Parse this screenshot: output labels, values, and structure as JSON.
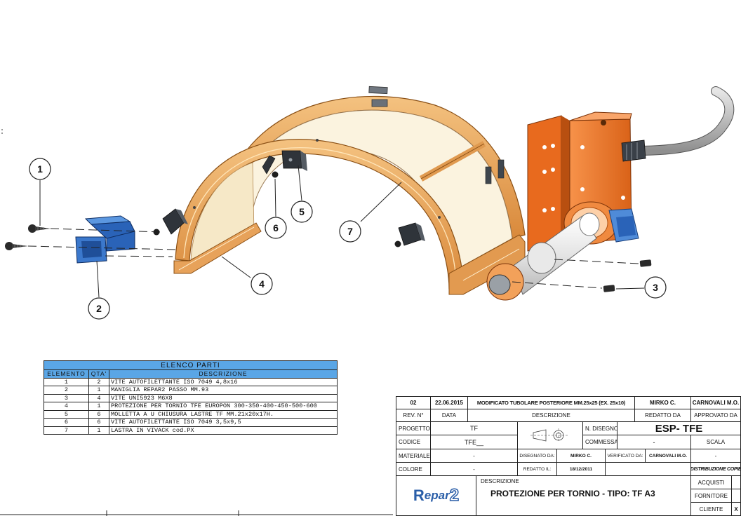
{
  "callouts": [
    "1",
    "2",
    "3",
    "4",
    "5",
    "6",
    "7"
  ],
  "parts_list": {
    "title": "ELENCO PARTI",
    "headers": [
      "ELEMENTO",
      "QTA'",
      "DESCRIZIONE"
    ],
    "rows": [
      {
        "elemento": "1",
        "qta": "2",
        "descrizione": "VITE AUTOFILETTANTE ISO 7049 4,8x16"
      },
      {
        "elemento": "2",
        "qta": "1",
        "descrizione": "MANIGLIA REPAR2 PASSO MM.93"
      },
      {
        "elemento": "3",
        "qta": "4",
        "descrizione": "VITE UNI5923 M6X8"
      },
      {
        "elemento": "4",
        "qta": "1",
        "descrizione": "PROTEZIONE PER TORNIO TFE EUROPON 300-350-400-450-500-600"
      },
      {
        "elemento": "5",
        "qta": "6",
        "descrizione": "MOLLETTA A U CHIUSURA LASTRE TF MM.21x20x17H."
      },
      {
        "elemento": "6",
        "qta": "6",
        "descrizione": "VITE AUTOFILETTANTE ISO 7049 3,5x9,5"
      },
      {
        "elemento": "7",
        "qta": "1",
        "descrizione": "LASTRA IN VIVACK cod.PX"
      }
    ]
  },
  "title_block": {
    "revision": {
      "rev": "02",
      "date": "22.06.2015",
      "description": "MODIFICATO TUBOLARE POSTERIORE MM.25x25 (EX. 25x10)",
      "drawn_by": "MIRKO C.",
      "approved_by": "CARNOVALI M.O."
    },
    "labels": {
      "rev_no": "REV. N°",
      "data": "DATA",
      "descrizione": "DESCRIZIONE",
      "redatto_da": "REDATTO DA",
      "approvato_da": "APPROVATO DA",
      "progetto": "PROGETTO",
      "codice": "CODICE",
      "materiale": "MATERIALE",
      "colore": "COLORE",
      "n_disegno": "N. DISEGNO",
      "commessa": "COMMESSA",
      "disegnato_da": "DISEGNATO DA:",
      "verificato_da": "VERIFICATO DA:",
      "redatto_il": "REDATTO IL:",
      "scala": "SCALA",
      "distribuzione": "DISTRIBUZIONE COPIE",
      "descrizione_main": "DESCRIZIONE",
      "acquisti": "ACQUISTI",
      "fornitore": "FORNITORE",
      "cliente": "CLIENTE"
    },
    "values": {
      "progetto": "TF",
      "codice": "TFE__",
      "materiale": "-",
      "colore": "-",
      "n_disegno": "ESP- TFE",
      "commessa": "-",
      "scala": "-",
      "disegnato_da": "MIRKO C.",
      "verificato_da": "CARNOVALI M.O.",
      "redatto_il": "18/12/2011",
      "title": "PROTEZIONE PER TORNIO - TIPO: TF A3",
      "cliente_mark": "X"
    },
    "logo": {
      "r": "R",
      "rest": "epar",
      "num": "2"
    }
  },
  "colors": {
    "frame_orange": "#e8a55a",
    "frame_edge": "#b9712a",
    "panel_cream": "#fbf3df",
    "block_orange": "#f07a2c",
    "handle_blue": "#2a63b8",
    "header_blue": "#5aa6e6",
    "shaft_white": "#f2f2f2"
  }
}
